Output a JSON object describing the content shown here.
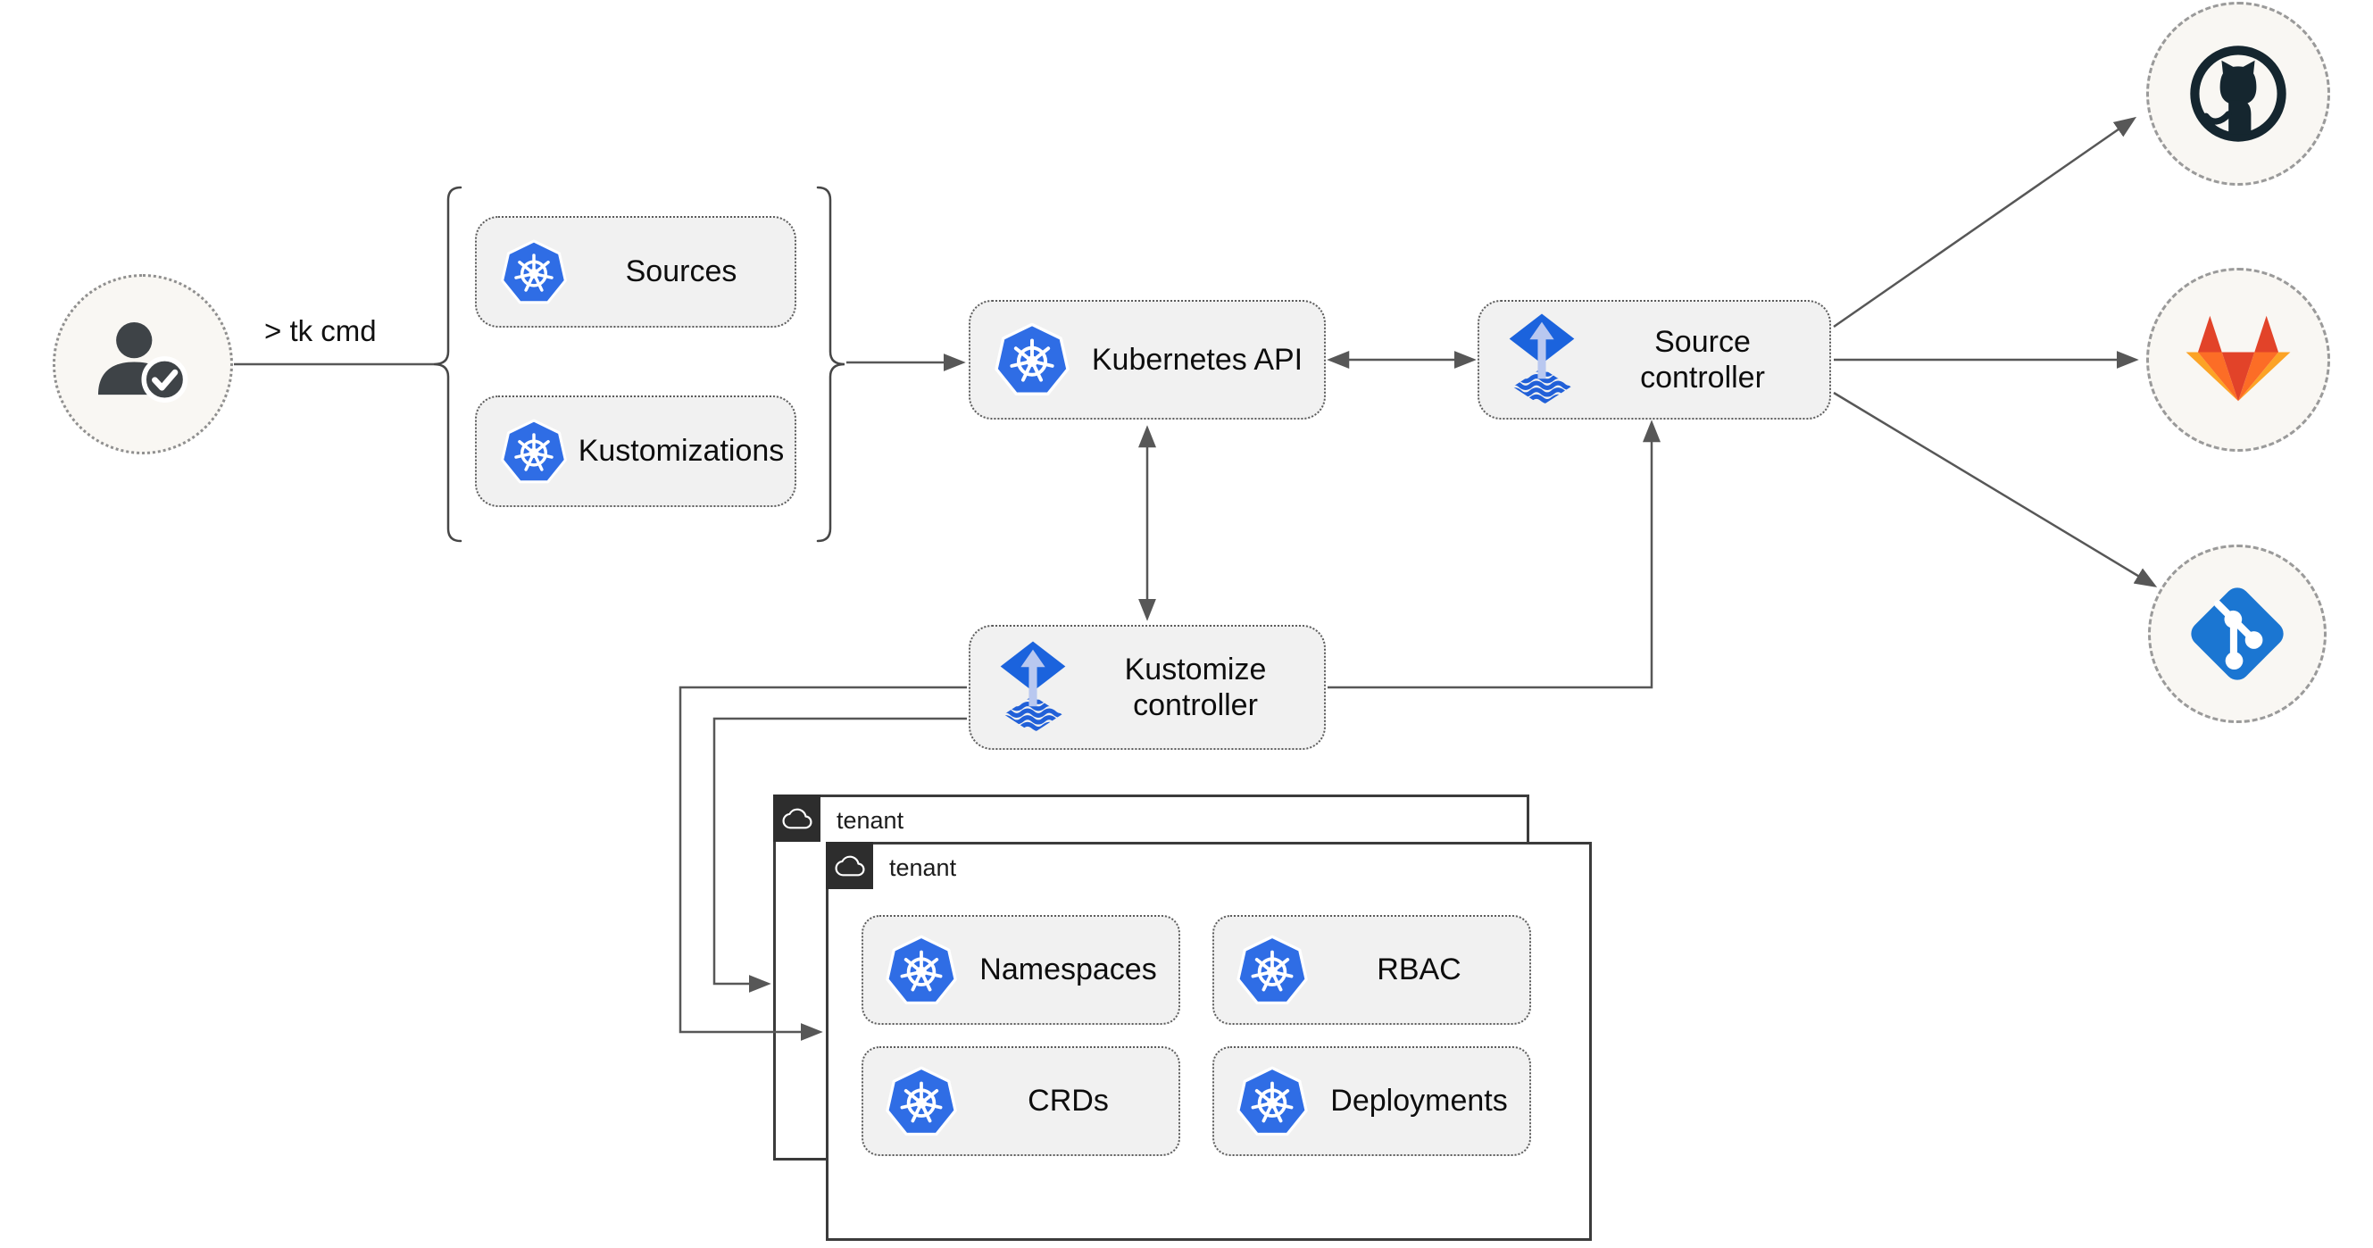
{
  "diagram": {
    "actor": {
      "command": "> tk cmd",
      "icon": "user-check-icon"
    },
    "cli_group": {
      "items": [
        {
          "label": "Sources",
          "icon": "kubernetes-icon"
        },
        {
          "label": "Kustomizations",
          "icon": "kubernetes-icon"
        }
      ]
    },
    "nodes": {
      "kubernetes_api": {
        "label": "Kubernetes API",
        "icon": "kubernetes-icon"
      },
      "source_controller": {
        "label": "Source controller",
        "icon": "flux-icon"
      },
      "kustomize_controller": {
        "label": "Kustomize controller",
        "icon": "flux-icon"
      }
    },
    "git_providers": [
      {
        "name": "GitHub",
        "icon": "github-icon"
      },
      {
        "name": "GitLab",
        "icon": "gitlab-icon"
      },
      {
        "name": "Git",
        "icon": "git-icon"
      }
    ],
    "tenants": {
      "back": {
        "label": "tenant",
        "icon": "cloud-icon"
      },
      "front": {
        "label": "tenant",
        "icon": "cloud-icon",
        "resources": [
          {
            "label": "Namespaces",
            "icon": "kubernetes-icon"
          },
          {
            "label": "RBAC",
            "icon": "kubernetes-icon"
          },
          {
            "label": "CRDs",
            "icon": "kubernetes-icon"
          },
          {
            "label": "Deployments",
            "icon": "kubernetes-icon"
          }
        ]
      }
    },
    "colors": {
      "kubernetes_blue": "#2f6de5",
      "flux_blue": "#1b63dd",
      "flux_arrow_light": "#b9c8f0",
      "github_dark": "#15262f",
      "gitlab_red": "#e24329",
      "gitlab_orange": "#fc6d26",
      "gitlab_light_orange": "#fca326",
      "git_blue": "#1b76d2",
      "node_fill": "#f1f1f1",
      "connector_gray": "#575757",
      "tenant_tag_dark": "#2d2d2d"
    }
  }
}
